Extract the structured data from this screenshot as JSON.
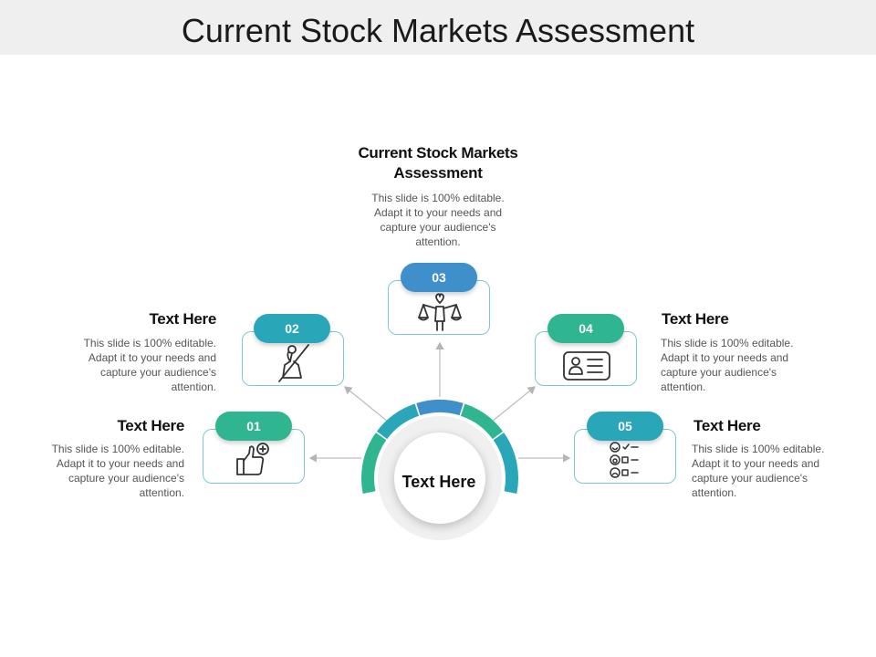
{
  "title": "Current Stock Markets Assessment",
  "center": {
    "label": "Text Here"
  },
  "items": [
    {
      "number": "01",
      "heading": "Text Here",
      "text": "This slide is 100% editable. Adapt it to your needs and capture your audience's attention.",
      "icon": "thumbs-up-icon",
      "color": "#2fb58f"
    },
    {
      "number": "02",
      "heading": "Text Here",
      "text": "This slide is 100% editable. Adapt it to your needs and capture your audience's attention.",
      "icon": "no-cleaning-icon",
      "color": "#29a6b8"
    },
    {
      "number": "03",
      "heading": "Current Stock Markets Assessment",
      "text": "This slide is 100% editable. Adapt it to your needs and capture your audience's attention.",
      "icon": "balance-scale-icon",
      "color": "#3f8fcb"
    },
    {
      "number": "04",
      "heading": "Text Here",
      "text": "This slide is 100% editable. Adapt it to your needs and capture your audience's attention.",
      "icon": "id-card-icon",
      "color": "#2fb58f"
    },
    {
      "number": "05",
      "heading": "Text Here",
      "text": "This slide is 100% editable. Adapt it to your needs and capture your audience's attention.",
      "icon": "feedback-survey-icon",
      "color": "#29a6b8"
    }
  ]
}
